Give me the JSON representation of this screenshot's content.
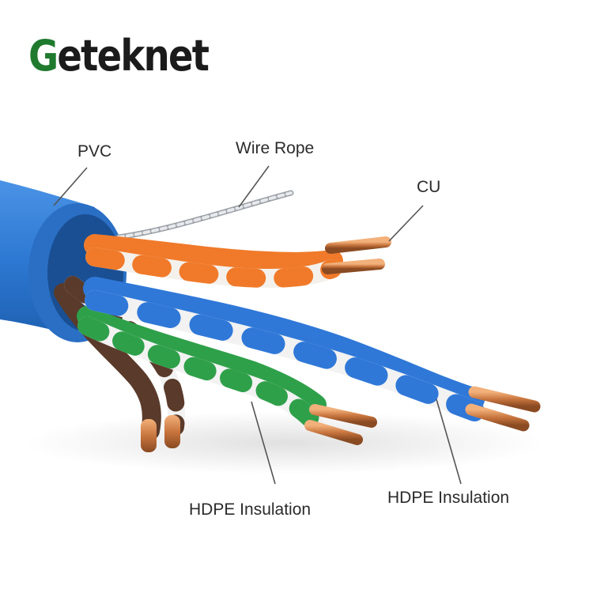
{
  "logo": {
    "first_letter": "G",
    "rest": "eteknet"
  },
  "labels": {
    "pvc": "PVC",
    "wire_rope": "Wire Rope",
    "cu": "CU",
    "hdpe_left": "HDPE Insulation",
    "hdpe_right": "HDPE Insulation"
  },
  "colors": {
    "jacket": "#2f7bd6",
    "orange_pair": "#f07a2a",
    "blue_pair": "#2f78d8",
    "green_pair": "#2fa04a",
    "brown_pair": "#5a3a2a",
    "copper": "#c97a45",
    "logo_green": "#1f7a2e"
  }
}
